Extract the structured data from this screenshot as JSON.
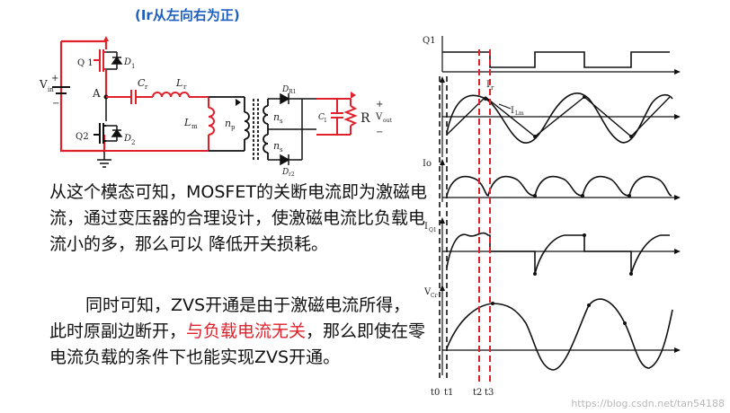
{
  "caption": "(Ir从左向右为正)",
  "circuit": {
    "vin": "V",
    "vin_sub": "in",
    "plus": "+",
    "minus": "−",
    "q1": "Q 1",
    "q2": "Q2",
    "d1": "D",
    "d1_sub": "1",
    "d2": "D",
    "d2_sub": "2",
    "node_a": "A",
    "cr": "C",
    "cr_sub": "r",
    "lr": "L",
    "lr_sub": "r",
    "lm": "L",
    "lm_sub": "m",
    "np": "n",
    "np_sub": "p",
    "ns1": "n",
    "ns1_sub": "s",
    "ns2": "n",
    "ns2_sub": "s",
    "dr1": "D",
    "dr1_sub": "R1",
    "dr2": "D",
    "dr2_sub": "r2",
    "c1": "C",
    "c1_sub": "1",
    "r": "R",
    "vout": "V",
    "vout_sub": "out"
  },
  "paragraph1": "从这个模态可知，MOSFET的关断电流即为激磁电流，通过变压器的合理设计，使激磁电流比负载电流小的多，那么可以 降低开关损耗。",
  "paragraph2_a": "同时可知，ZVS开通是由于激磁电流所得，此时原副边断开，",
  "paragraph2_red": "与负载电流无关",
  "paragraph2_b": "，那么即使在零电流负载的条件下也能实现ZVS开通。",
  "waveforms": {
    "q1": "Q1",
    "ir": "I",
    "ir_sub": "r",
    "ilm": "I",
    "ilm_sub": "Lm",
    "io": "Io",
    "iq1": "I",
    "iq1_sub": "Q1",
    "vcr": "V",
    "vcr_sub": "Cr",
    "t0": "t0",
    "t1": "t1",
    "t2": "t2",
    "t3": "t3"
  },
  "colors": {
    "red": "#e0202a",
    "blue": "#1f5fbf",
    "black": "#111111"
  },
  "watermark": "https://blog.csdn.net/tan54188"
}
